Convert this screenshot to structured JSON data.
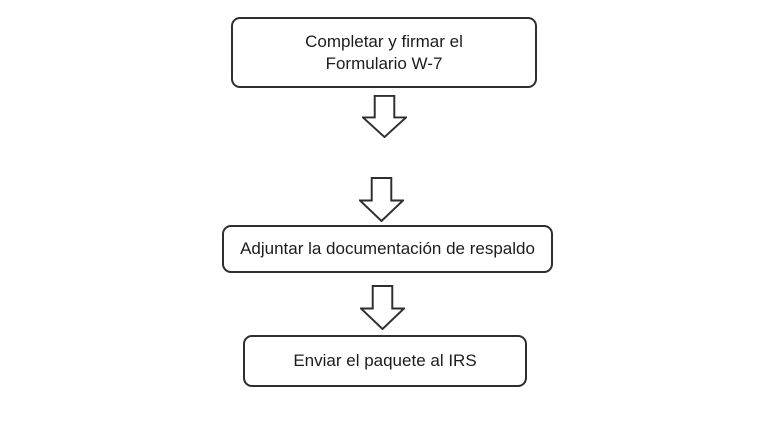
{
  "flowchart": {
    "background_color": "#ffffff",
    "stroke_color": "#2e2e2e",
    "text_color": "#1c1c1c",
    "node_fill": "#ffffff",
    "nodes": [
      {
        "id": "step-1",
        "label_lines": [
          "Completar y firmar el",
          "Formulario W-7"
        ]
      },
      {
        "id": "step-2",
        "label_lines": [
          "Adjuntar la documentación de respaldo"
        ]
      },
      {
        "id": "step-3",
        "label_lines": [
          "Enviar el paquete al IRS"
        ]
      }
    ],
    "connectors": [
      {
        "id": "arrow-1",
        "icon": "down-block-arrow"
      },
      {
        "id": "arrow-2",
        "icon": "down-block-arrow"
      },
      {
        "id": "arrow-3",
        "icon": "down-block-arrow"
      }
    ]
  }
}
